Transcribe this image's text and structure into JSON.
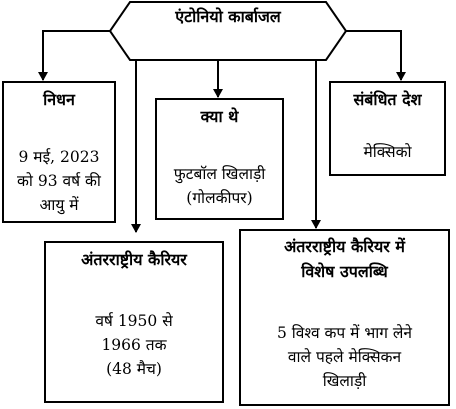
{
  "root": {
    "label": "एंटोनियो कार्बाजल"
  },
  "boxes": {
    "death": {
      "title": "निधन",
      "lines": [
        "9 मई, 2023",
        "को 93 वर्ष की",
        "आयु में"
      ]
    },
    "what": {
      "title": "क्या थे",
      "lines": [
        "फुटबॉल खिलाड़ी",
        "(गोलकीपर)"
      ]
    },
    "country": {
      "title": "संबंधित देश",
      "lines": [
        "मेक्सिको"
      ]
    },
    "career": {
      "title": "अंतरराष्ट्रीय कैरियर",
      "lines": [
        "वर्ष 1950 से",
        "1966 तक",
        "(48 मैच)"
      ]
    },
    "achievement": {
      "title_lines": [
        "अंतरराष्ट्रीय कैरियर में",
        "विशेष उपलब्धि"
      ],
      "lines": [
        "5 विश्व कप में भाग लेने",
        "वाले पहले मेक्सिकन",
        "खिलाड़ी"
      ]
    }
  }
}
